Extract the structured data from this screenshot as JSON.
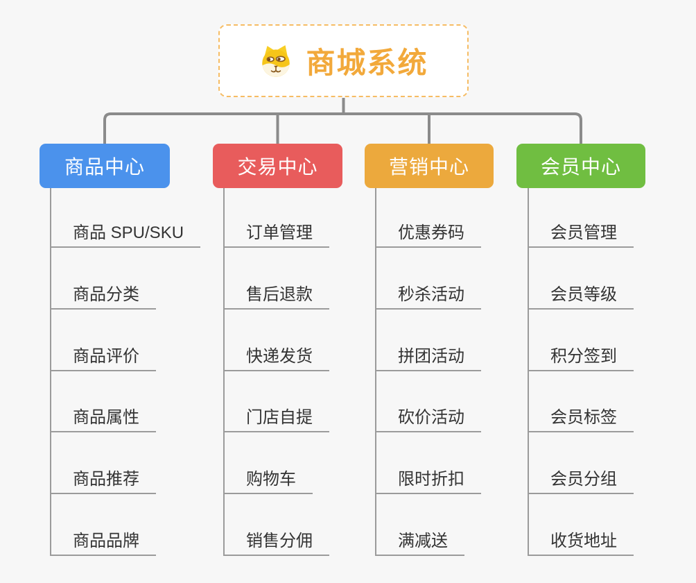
{
  "root": {
    "title": "商城系统",
    "title_color": "#F2A93B",
    "border_color": "#F6BC63",
    "icon": "dog-face-icon"
  },
  "branches": [
    {
      "label": "商品中心",
      "color": "#4B92EC",
      "items": [
        "商品 SPU/SKU",
        "商品分类",
        "商品评价",
        "商品属性",
        "商品推荐",
        "商品品牌"
      ]
    },
    {
      "label": "交易中心",
      "color": "#E85C5C",
      "items": [
        "订单管理",
        "售后退款",
        "快递发货",
        "门店自提",
        "购物车",
        "销售分佣"
      ]
    },
    {
      "label": "营销中心",
      "color": "#ECA93D",
      "items": [
        "优惠券码",
        "秒杀活动",
        "拼团活动",
        "砍价活动",
        "限时折扣",
        "满减送"
      ]
    },
    {
      "label": "会员中心",
      "color": "#70BE41",
      "items": [
        "会员管理",
        "会员等级",
        "积分签到",
        "会员标签",
        "会员分组",
        "收货地址"
      ]
    }
  ],
  "colors": {
    "background": "#F7F7F7",
    "connector": "#8B8B8B",
    "leaf_line": "#9B9B9B",
    "leaf_text": "#333333"
  }
}
